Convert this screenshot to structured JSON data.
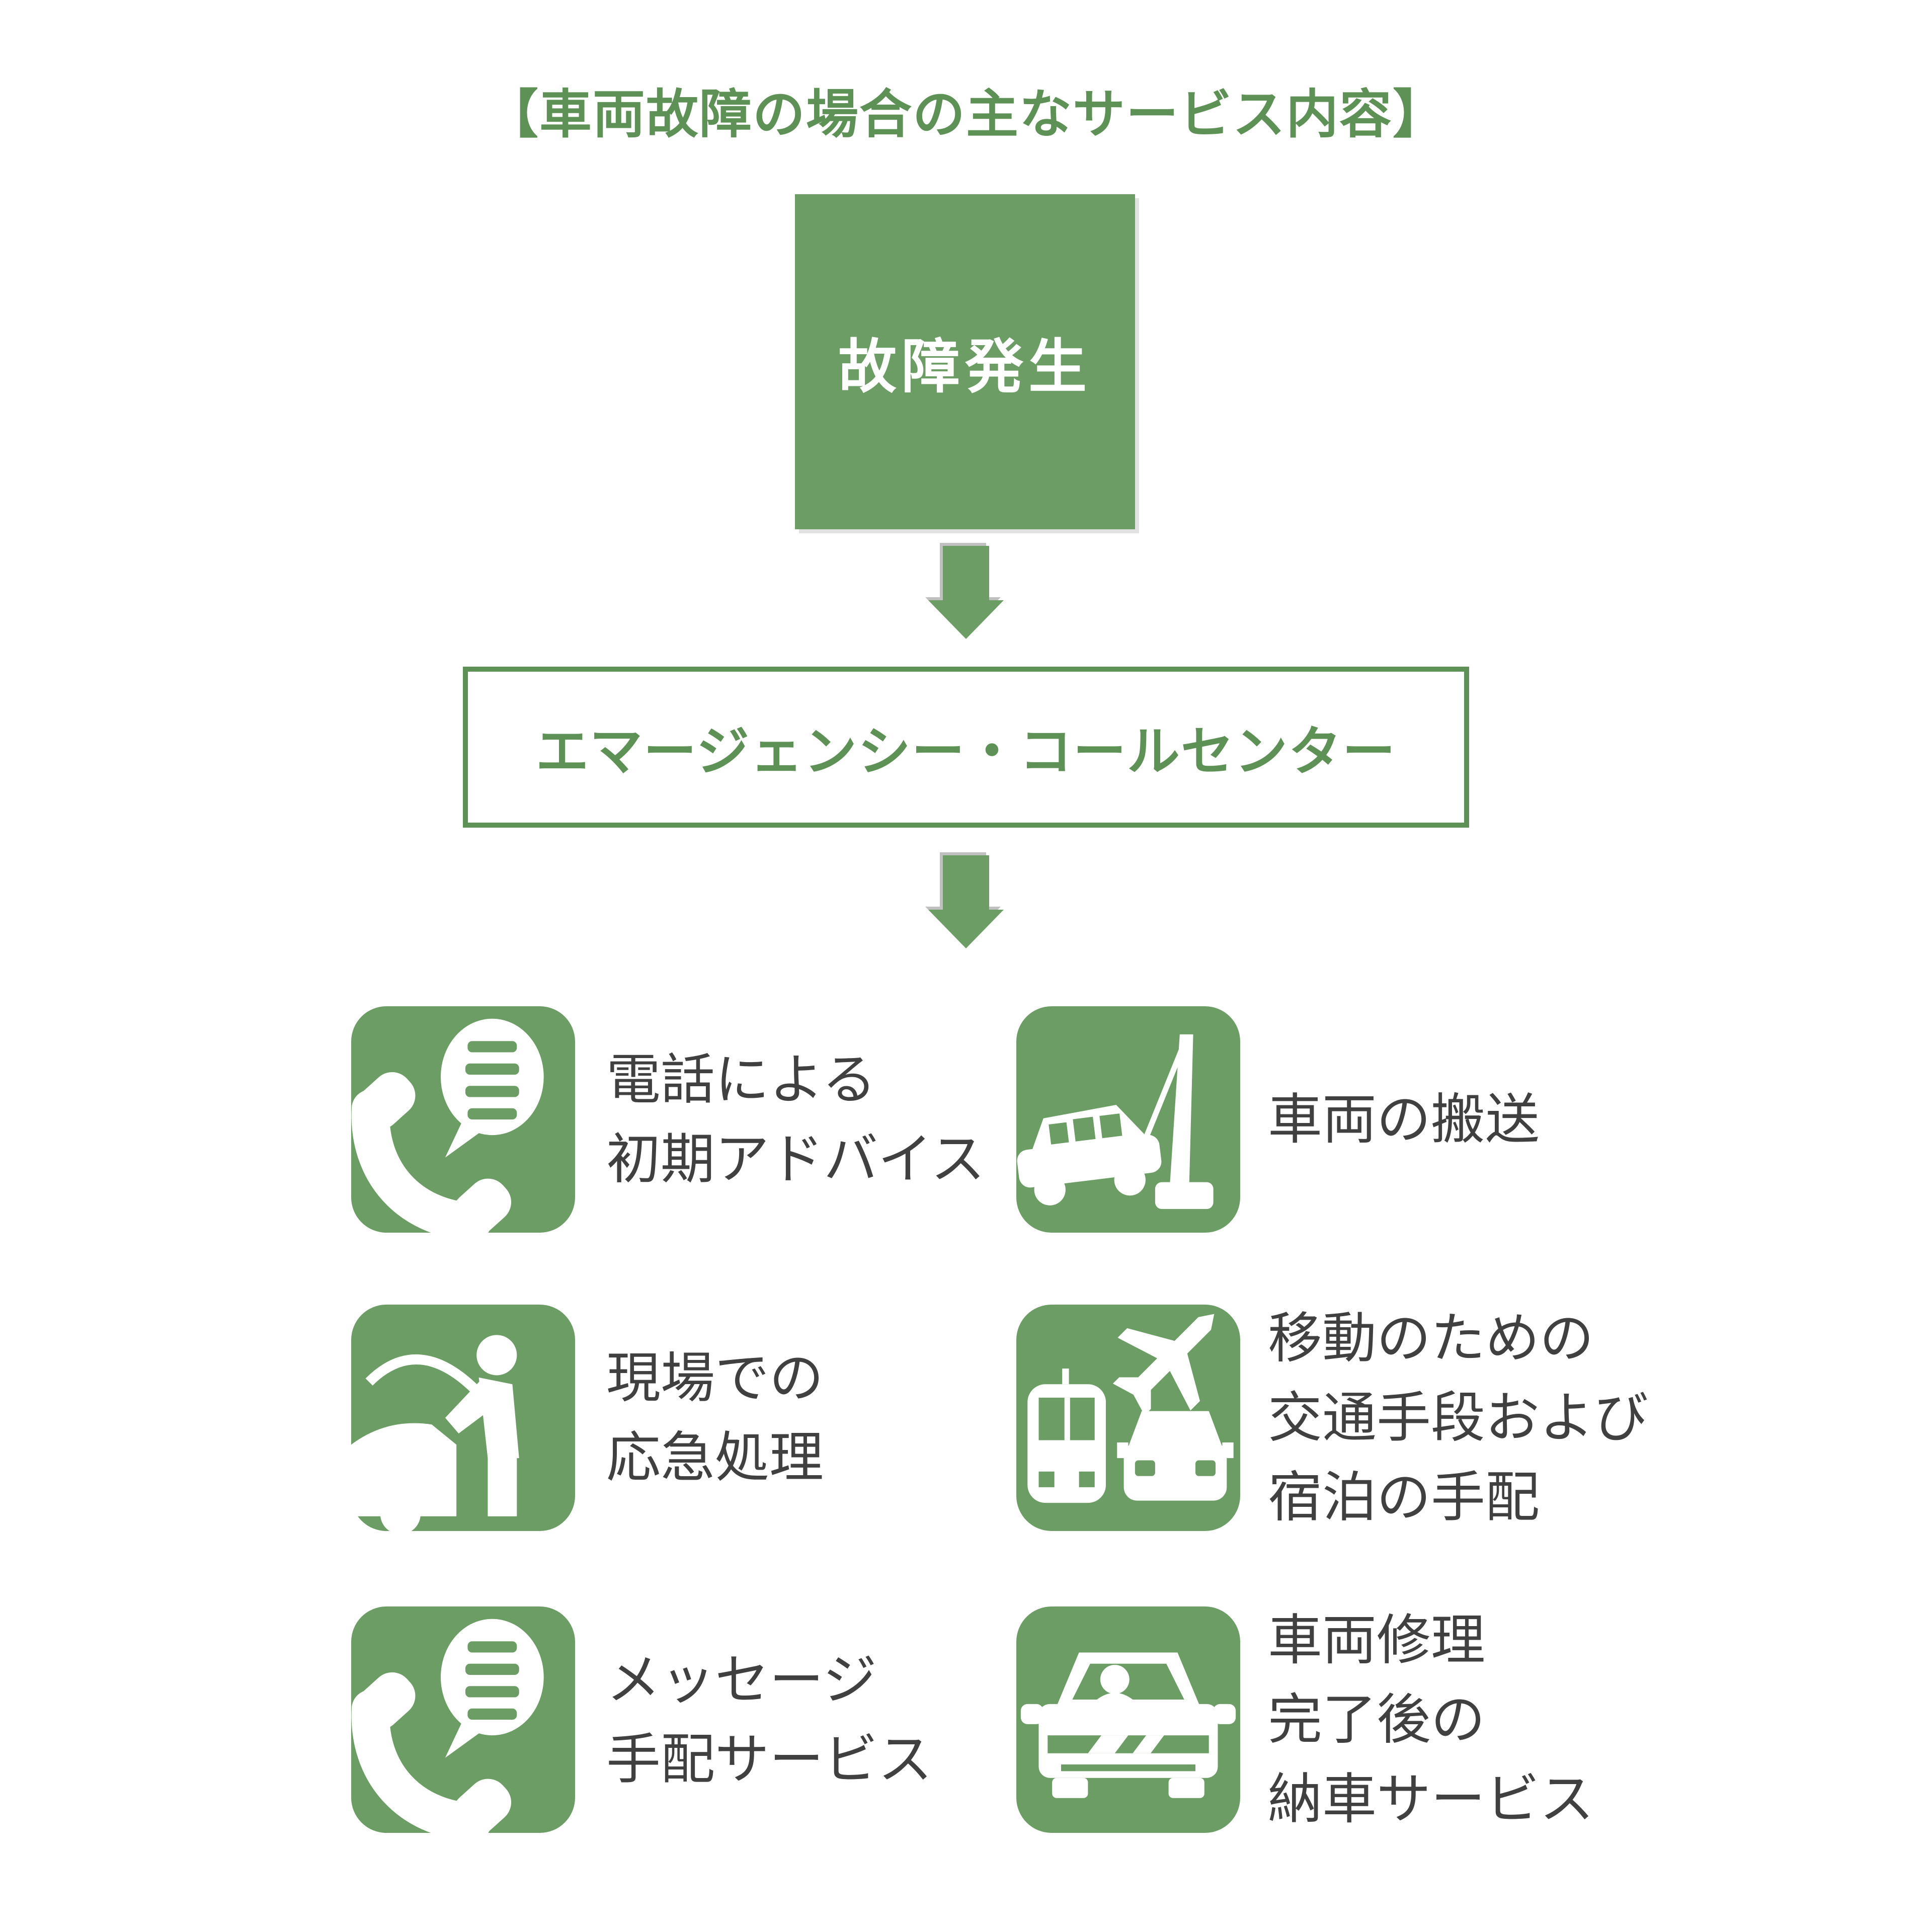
{
  "title": "【車両故障の場合の主なサービス内容】",
  "flow": {
    "start_label": "故障発生",
    "center_label": "エマージェンシー・コールセンター"
  },
  "services": [
    {
      "icon": "phone-advice-icon",
      "lines": [
        "電話による",
        "初期アドバイス"
      ]
    },
    {
      "icon": "tow-truck-icon",
      "lines": [
        "車両の搬送"
      ]
    },
    {
      "icon": "roadside-repair-icon",
      "lines": [
        "現場での",
        "応急処理"
      ]
    },
    {
      "icon": "transport-lodging-icon",
      "lines": [
        "移動のための",
        "交通手段および",
        "宿泊の手配"
      ]
    },
    {
      "icon": "message-phone-icon",
      "lines": [
        "メッセージ",
        "手配サービス"
      ]
    },
    {
      "icon": "car-delivery-icon",
      "lines": [
        "車両修理",
        "完了後の",
        "納車サービス"
      ]
    }
  ],
  "colors": {
    "green": "#6b9d64",
    "green_dark": "#5e9155",
    "label_text": "#404040",
    "white": "#ffffff"
  }
}
